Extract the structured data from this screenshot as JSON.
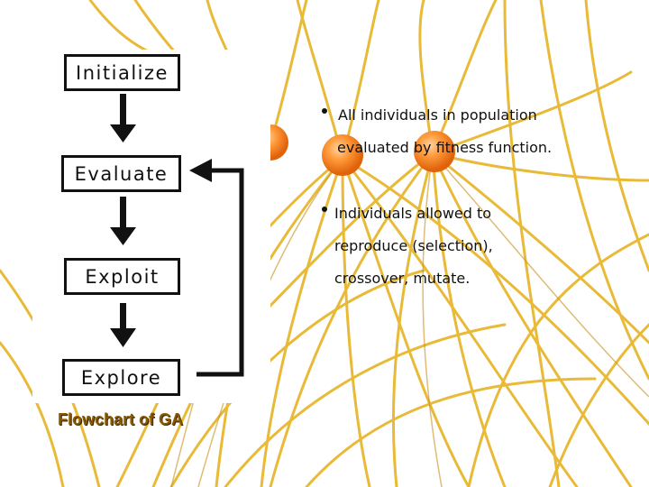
{
  "flowchart": {
    "steps": [
      {
        "label": "Initialize"
      },
      {
        "label": "Evaluate"
      },
      {
        "label": "Exploit"
      },
      {
        "label": "Explore"
      }
    ],
    "caption": "Flowchart of GA"
  },
  "bullets": [
    {
      "lines": [
        "All individuals in population",
        "evaluated by fitness function."
      ]
    },
    {
      "lines": [
        "Individuals allowed to",
        "reproduce (selection),",
        "crossover, mutate."
      ]
    }
  ],
  "colors": {
    "background_strand": "#e8b72e",
    "node": "#ff8a1e",
    "ink": "#111111"
  }
}
